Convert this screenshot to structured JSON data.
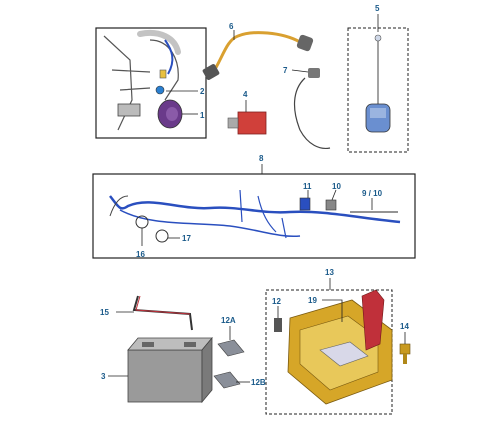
{
  "labels": {
    "l1": "1",
    "l2": "2",
    "l3": "3",
    "l4": "4",
    "l5": "5",
    "l6": "6",
    "l7": "7",
    "l8": "8",
    "l9_10": "9 / 10",
    "l10": "10",
    "l11": "11",
    "l12": "12",
    "l12a": "12A",
    "l12b": "12B",
    "l13": "13",
    "l14": "14",
    "l15": "15",
    "l16": "16",
    "l17": "17",
    "l19": "19"
  },
  "colors": {
    "label": "#1a5a8a",
    "outline": "#222222",
    "harness_blue": "#2a4fbf",
    "cable_orange": "#d9a030",
    "relay_red": "#d0403a",
    "fuse_blue": "#6a8fd0",
    "tray_yellow": "#d6a628",
    "terminal_red": "#c0303a",
    "battery_gray": "#9a9a9a",
    "pad_gray": "#8a8f99",
    "horn_purple": "#6a3a8a"
  }
}
